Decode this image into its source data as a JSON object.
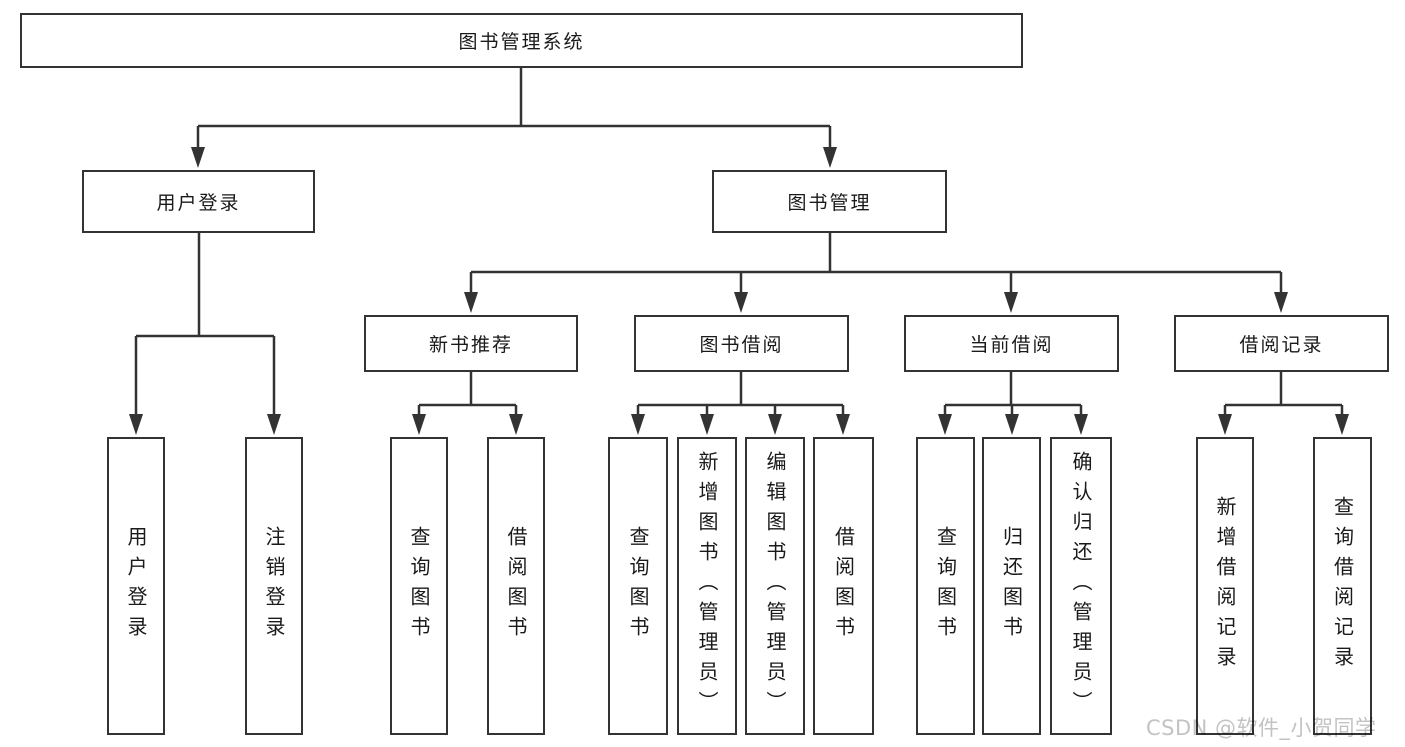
{
  "diagram_type": "functional-structure-tree",
  "tree": {
    "label": "图书管理系统",
    "children": [
      {
        "label": "用户登录",
        "children": [
          {
            "label": "用户登录"
          },
          {
            "label": "注销登录"
          }
        ]
      },
      {
        "label": "图书管理",
        "children": [
          {
            "label": "新书推荐",
            "children": [
              {
                "label": "查询图书"
              },
              {
                "label": "借阅图书"
              }
            ]
          },
          {
            "label": "图书借阅",
            "children": [
              {
                "label": "查询图书"
              },
              {
                "label": "新增图书（管理员）"
              },
              {
                "label": "编辑图书（管理员）"
              },
              {
                "label": "借阅图书"
              }
            ]
          },
          {
            "label": "当前借阅",
            "children": [
              {
                "label": "查询图书"
              },
              {
                "label": "归还图书"
              },
              {
                "label": "确认归还（管理员）"
              }
            ]
          },
          {
            "label": "借阅记录",
            "children": [
              {
                "label": "新增借阅记录"
              },
              {
                "label": "查询借阅记录"
              }
            ]
          }
        ]
      }
    ]
  },
  "watermark": "CSDN @软件_小贺同学",
  "colors": {
    "background": "#ffffff",
    "box_fill": "#ffffff",
    "box_border": "#333333",
    "line": "#333333",
    "text": "#1a1a1a",
    "watermark_text": "#c3c3c3"
  }
}
